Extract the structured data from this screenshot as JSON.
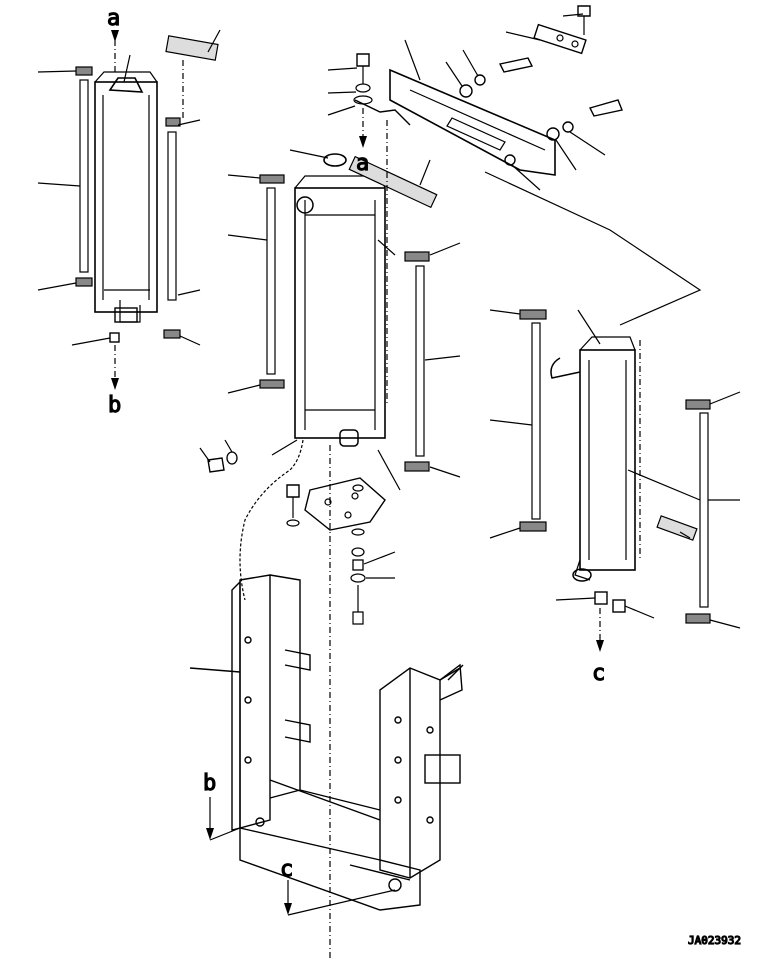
{
  "labels": {
    "a_top": "a",
    "a_mid": "a",
    "b_left": "b",
    "b_frame": "b",
    "c_right": "c",
    "c_frame": "c"
  },
  "drawing_code": "JA023932"
}
